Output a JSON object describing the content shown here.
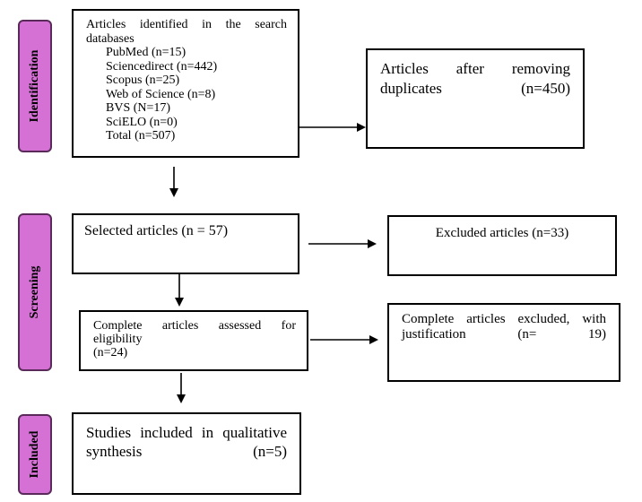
{
  "stages": {
    "identification": "Identification",
    "screening": "Screening",
    "included": "Included"
  },
  "identified": {
    "heading": "Articles identified in the search databases",
    "sources": [
      "PubMed (n=15)",
      "Sciencedirect (n=442)",
      "Scopus (n=25)",
      "Web of Science (n=8)",
      "BVS (N=17)",
      "SciELO (n=0)",
      "Total (n=507)"
    ]
  },
  "after_duplicates": "Articles after removing duplicates (n=450)",
  "selected": "Selected articles (n = 57)",
  "excluded": "Excluded articles (n=33)",
  "assessed": {
    "text": "Complete articles assessed for eligibility",
    "count": "(n=24)"
  },
  "excluded_justified": "Complete articles excluded, with justification (n= 19)",
  "included_studies": "Studies included in qualitative synthesis (n=5)"
}
